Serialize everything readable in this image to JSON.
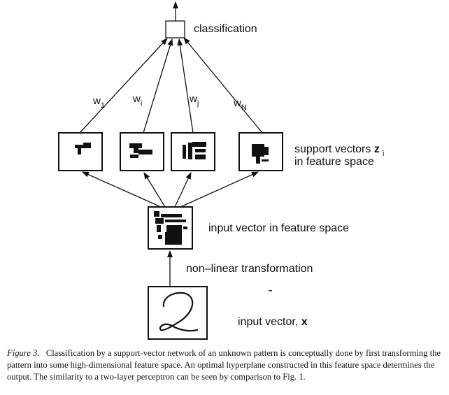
{
  "nodes": {
    "classification": "classification",
    "support_vectors": "support vectors",
    "support_vectors_symbol": "z",
    "support_vectors_subscript": "i",
    "support_vectors_line2": "in feature space",
    "input_feature": "input vector in feature space",
    "transform": "non–linear transformation",
    "input_vector": "input vector,",
    "input_vector_symbol": "x",
    "digit": "2"
  },
  "weights": [
    {
      "base": "w",
      "sub": "1"
    },
    {
      "base": "w",
      "sub": "i"
    },
    {
      "base": "w",
      "sub": "j"
    },
    {
      "base": "w",
      "sub": "N"
    }
  ],
  "caption": {
    "figure_label": "Figure 3.",
    "text": "Classification by a support-vector network of an unknown pattern is conceptually done by first transforming the pattern into some high-dimensional feature space. An optimal hyperplane constructed in this feature space determines the output. The similarity to a two-layer perceptron can be seen by comparison to Fig. 1."
  }
}
